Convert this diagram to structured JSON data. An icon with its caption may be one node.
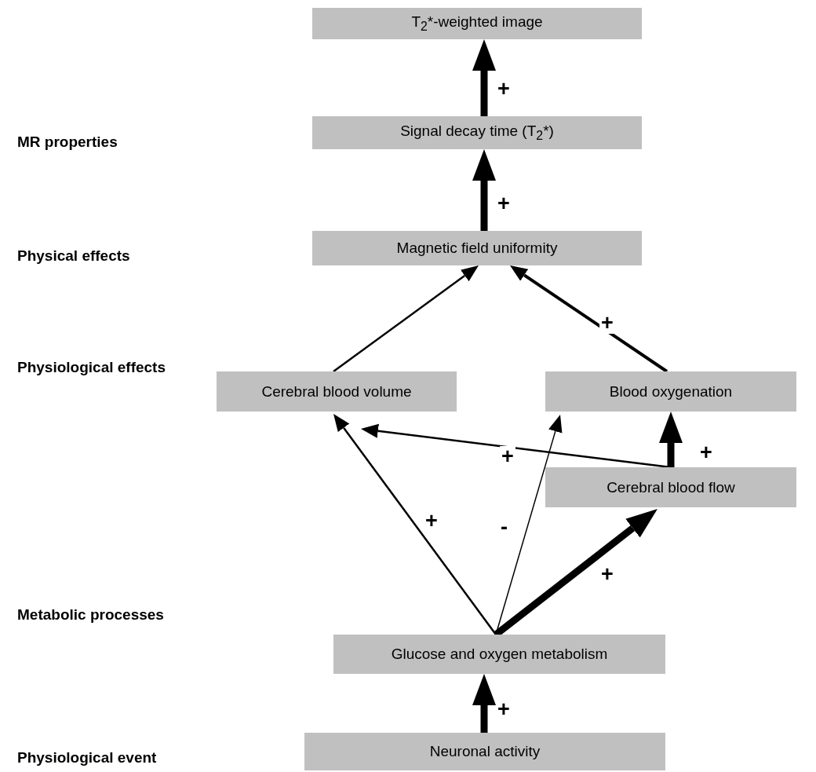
{
  "diagram": {
    "nodes": [
      {
        "text": [
          "T$_{2}$*-weighted image"
        ]
      },
      {
        "text": [
          "Signal decay time (T$_{2}$*)"
        ]
      },
      {
        "text": [
          "Magnetic field uniformity"
        ]
      },
      {
        "text": [
          "Cerebral blood volume"
        ]
      },
      {
        "text": [
          "Blood oxygenation"
        ]
      },
      {
        "text": [
          "Cerebral blood flow"
        ]
      },
      {
        "text": [
          "Glucose and oxygen metabolism"
        ]
      },
      {
        "text": [
          "Neuronal activity"
        ]
      }
    ],
    "edges": [
      {
        "from": 1,
        "to": 0,
        "arrow": "to",
        "label": "+",
        "style": "thick"
      },
      {
        "from": 2,
        "to": 1,
        "arrow": "to",
        "label": "+",
        "style": "thick"
      },
      {
        "from": 3,
        "to": 2,
        "arrow": "to"
      },
      {
        "from": 4,
        "to": 2,
        "arrow": "to",
        "label": "+"
      },
      {
        "from": 5,
        "to": 3,
        "arrow": "to",
        "label": "+"
      },
      {
        "from": 5,
        "to": 4,
        "arrow": "to",
        "label": "+",
        "style": "thick"
      },
      {
        "from": 6,
        "to": 3,
        "arrow": "to",
        "label": "+"
      },
      {
        "from": 6,
        "to": 4,
        "arrow": "to",
        "label": "-"
      },
      {
        "from": 6,
        "to": 5,
        "arrow": "to",
        "label": "+",
        "style": "thick"
      },
      {
        "from": 7,
        "to": 6,
        "arrow": "to",
        "label": "+",
        "style": "thick"
      }
    ],
    "labels": [
      "MR properties",
      "Physical effects",
      "Physiological effects",
      "Metabolic processes",
      "Physiological event"
    ]
  }
}
